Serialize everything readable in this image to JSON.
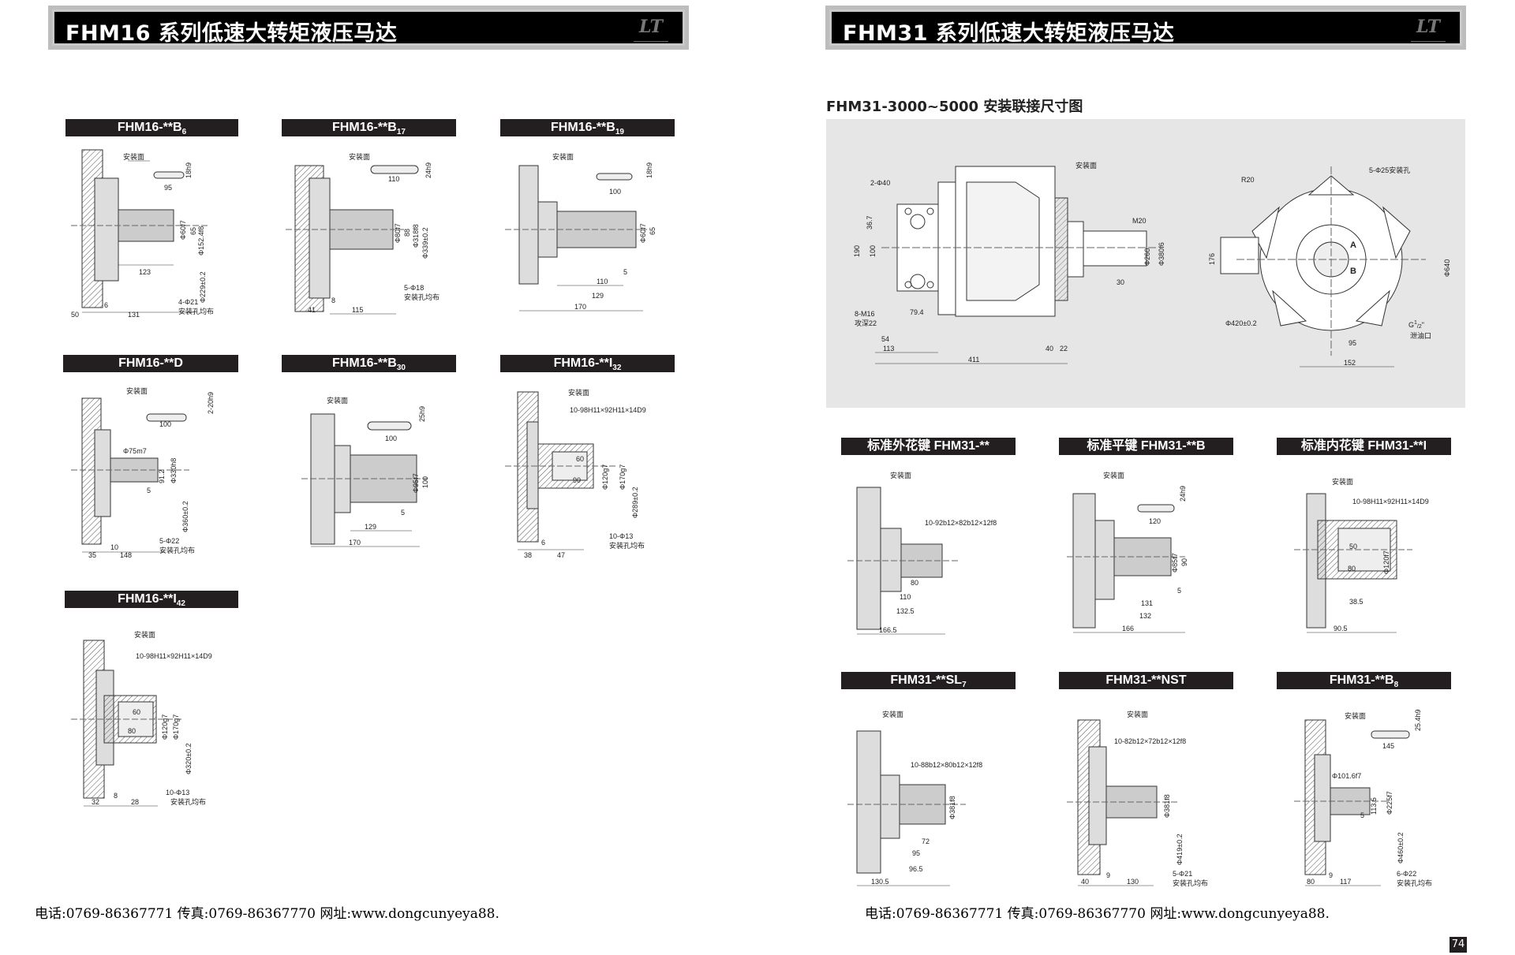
{
  "left_page": {
    "title": "FHM16 系列低速大转矩液压马达",
    "logo": "LT",
    "diagrams": [
      {
        "label": "FHM16-**B",
        "sub": "6",
        "texts": {
          "mount": "安装面",
          "key": "18h9",
          "k1": "95",
          "d1": "Φ60f7",
          "d2": "65",
          "d3": "Φ152.4f8",
          "d4": "Φ229±0.2",
          "l1": "123",
          "l2": "131",
          "l3": "50",
          "l4": "6",
          "hole": "4-Φ21",
          "holes": "安装孔均布"
        }
      },
      {
        "label": "FHM16-**B",
        "sub": "17",
        "texts": {
          "mount": "安装面",
          "key": "24h9",
          "k1": "110",
          "d1": "Φ80f7",
          "d2": "88",
          "d3": "Φ318f8",
          "d4": "Φ339±0.2",
          "l1": "115",
          "l2": "41",
          "l3": "8",
          "hole": "5-Φ18",
          "holes": "安装孔均布"
        }
      },
      {
        "label": "FHM16-**B",
        "sub": "19",
        "texts": {
          "mount": "安装面",
          "key": "18h9",
          "k1": "100",
          "d1": "Φ60f7",
          "d2": "65",
          "l1": "110",
          "l2": "129",
          "l3": "170",
          "l4": "5"
        }
      },
      {
        "label": "FHM16-**D",
        "sub": "",
        "texts": {
          "mount": "安装面",
          "key": "2-20h9",
          "k1": "100",
          "d1": "Φ75m7",
          "d2": "91.2",
          "d3": "Φ330h8",
          "d4": "Φ360±0.2",
          "l1": "5",
          "l2": "35",
          "l3": "10",
          "l4": "148",
          "hole": "5-Φ22",
          "holes": "安装孔均布"
        }
      },
      {
        "label": "FHM16-**B",
        "sub": "30",
        "texts": {
          "mount": "安装面",
          "key": "25h9",
          "k1": "100",
          "d1": "Φ95f7",
          "d2": "100",
          "l1": "129",
          "l2": "170",
          "l3": "5"
        }
      },
      {
        "label": "FHM16-**I",
        "sub": "32",
        "texts": {
          "mount": "安装面",
          "spline": "10-98H11×92H11×14D9",
          "s1": "60",
          "s2": "90",
          "d1": "Φ120g7",
          "d2": "Φ170g7",
          "d3": "Φ289±0.2",
          "l1": "38",
          "l2": "6",
          "l3": "47",
          "hole": "10-Φ13",
          "holes": "安装孔均布"
        }
      },
      {
        "label": "FHM16-**I",
        "sub": "42",
        "texts": {
          "mount": "安装面",
          "spline": "10-98H11×92H11×14D9",
          "s1": "60",
          "s2": "80",
          "d1": "Φ120g7",
          "d2": "Φ170g7",
          "d3": "Φ320±0.2",
          "l1": "32",
          "l2": "8",
          "l3": "28",
          "hole": "10-Φ13",
          "holes": "安装孔均布"
        }
      }
    ],
    "footer": "电话:0769-86367771 传真:0769-86367770 网址:www.dongcunyeya88."
  },
  "right_page": {
    "title": "FHM31 系列低速大转矩液压马达",
    "logo": "LT",
    "section_title": "FHM31-3000~5000 安装联接尺寸图",
    "main_drawing": {
      "mount": "安装面",
      "holes2": "2-Φ40",
      "m1": "190",
      "m2": "36.7",
      "m3": "100",
      "m4": "79.4",
      "m5": "54",
      "m6": "113",
      "m7": "411",
      "m8": "40",
      "m9": "22",
      "tap": "8-M16",
      "tapdepth": "攻深22",
      "m20": "M20",
      "d260": "Φ260",
      "d380": "Φ380f6",
      "l30": "30",
      "r20": "R20",
      "mh": "5-Φ25安装孔",
      "d640": "Φ640",
      "m176": "176",
      "pa": "A",
      "pb": "B",
      "d420": "Φ420±0.2",
      "g": "G",
      "g_sup": "1",
      "g_sub": "/2",
      "g_end": "\"",
      "drain": "泄油口",
      "m95": "95",
      "m152": "152"
    },
    "diagrams": [
      {
        "label": "标准外花键 FHM31-**",
        "sub": "",
        "texts": {
          "mount": "安装面",
          "spline": "10-92b12×82b12×12f8",
          "l1": "80",
          "l2": "110",
          "l3": "132.5",
          "l4": "166.5"
        }
      },
      {
        "label": "标准平键 FHM31-**B",
        "sub": "",
        "texts": {
          "mount": "安装面",
          "key": "24h9",
          "k1": "120",
          "d1": "Φ85f7",
          "d2": "90",
          "l1": "5",
          "l2": "131",
          "l3": "132",
          "l4": "166"
        }
      },
      {
        "label": "标准内花键 FHM31-**I",
        "sub": "",
        "texts": {
          "mount": "安装面",
          "spline": "10-98H11×92H11×14D9",
          "s1": "50",
          "s2": "80",
          "d1": "Φ120f7",
          "l1": "38.5",
          "l2": "90.5"
        }
      },
      {
        "label": "FHM31-**SL",
        "sub": "7",
        "texts": {
          "mount": "安装面",
          "spline": "10-88b12×80b12×12f8",
          "d1": "Φ381f8",
          "l1": "72",
          "l2": "95",
          "l3": "96.5",
          "l4": "130.5"
        }
      },
      {
        "label": "FHM31-**NST",
        "sub": "",
        "texts": {
          "mount": "安装面",
          "spline": "10-82b12×72b12×12f8",
          "d1": "Φ381f8",
          "d2": "Φ419±0.2",
          "l1": "40",
          "l2": "9",
          "l3": "130",
          "hole": "5-Φ21",
          "holes": "安装孔均布"
        }
      },
      {
        "label": "FHM31-**B",
        "sub": "8",
        "texts": {
          "mount": "安装面",
          "key": "25.4h9",
          "k1": "145",
          "d1": "Φ101.6f7",
          "d2": "113.5",
          "d3": "Φ225f7",
          "d4": "Φ460±0.2",
          "l1": "5",
          "l2": "80",
          "l3": "9",
          "l4": "117",
          "hole": "6-Φ22",
          "holes": "安装孔均布"
        }
      }
    ],
    "footer": "电话:0769-86367771 传真:0769-86367770 网址:www.dongcunyeya88.",
    "page_number": "74"
  }
}
